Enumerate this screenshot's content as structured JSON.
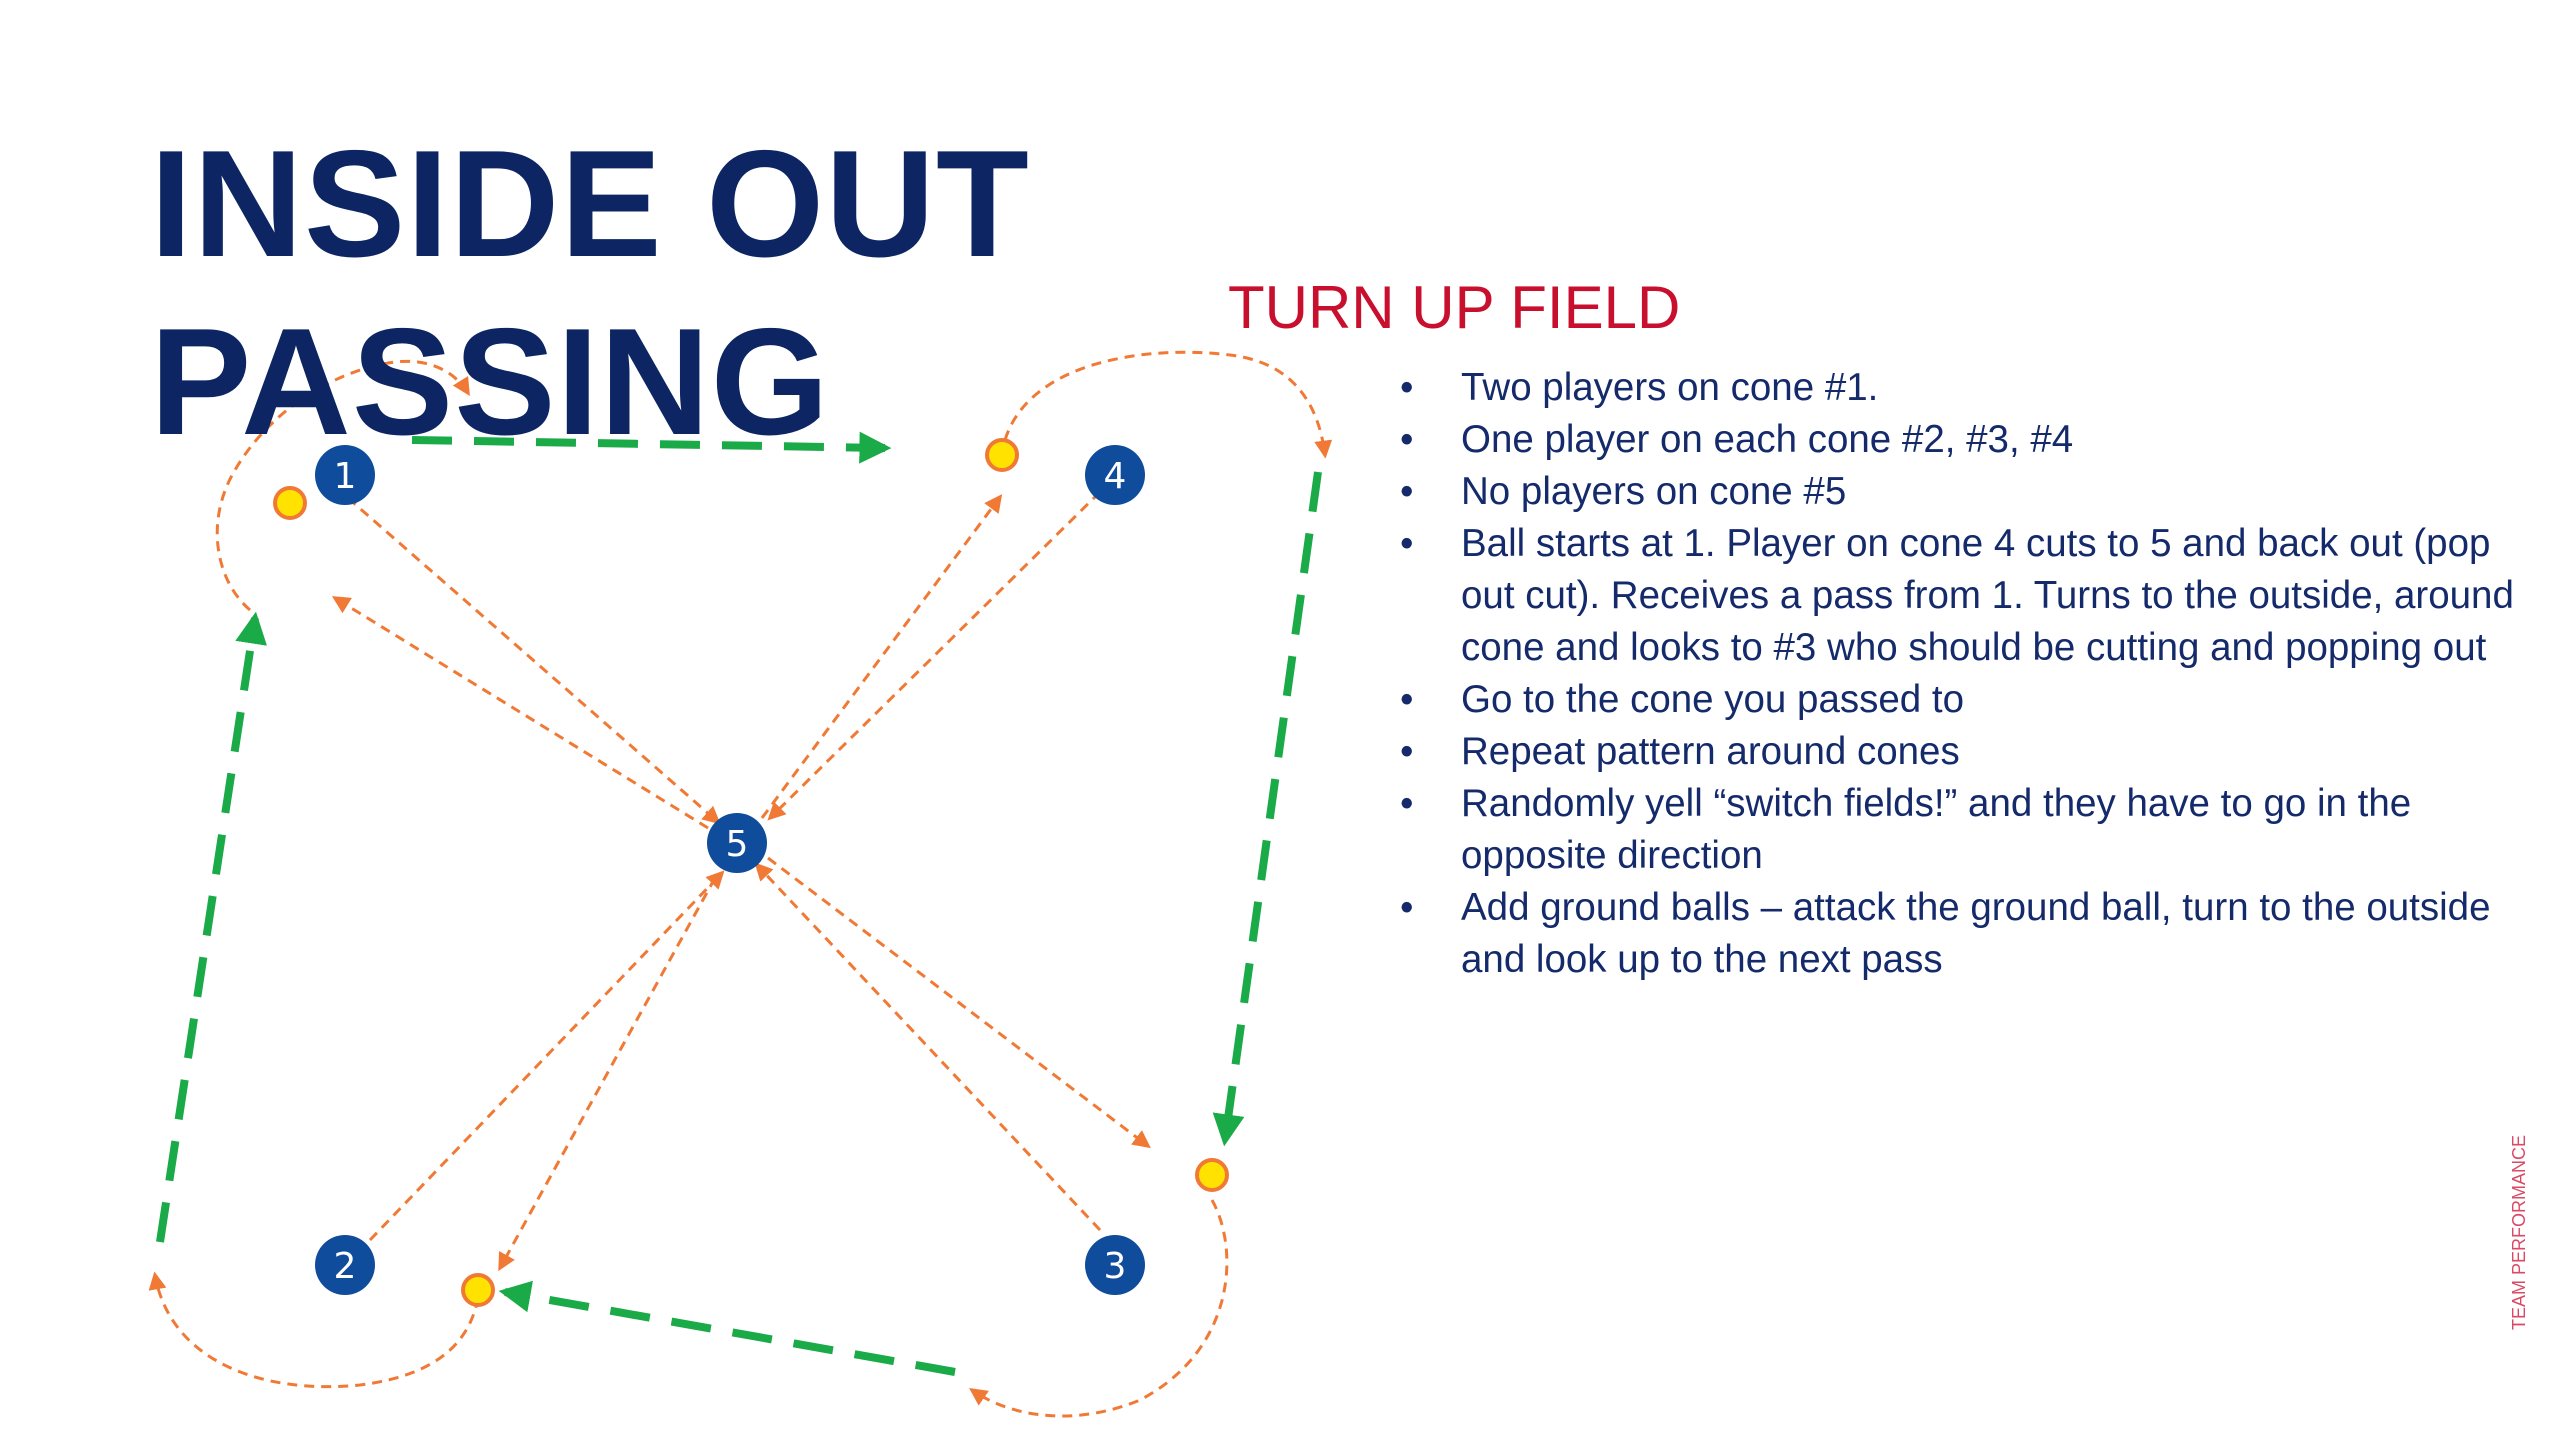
{
  "title": {
    "line1": "INSIDE OUT",
    "line2": "PASSING"
  },
  "subtitle": "TURN UP FIELD",
  "instructions": [
    "Two players on cone #1.",
    "One player on each cone #2, #3, #4",
    "No players on cone #5",
    "Ball starts at 1.  Player on cone 4 cuts to 5 and back out (pop out cut).  Receives a pass from 1.  Turns to the outside, around cone and looks to #3 who should be cutting and popping out",
    "Go to the cone you passed to",
    "Repeat pattern around cones",
    "Randomly yell “switch fields!” and they have to go in the opposite direction",
    "Add ground balls – attack the ground ball, turn to the outside and look up to the next pass"
  ],
  "cones": [
    {
      "id": "cone-1",
      "label": "1"
    },
    {
      "id": "cone-2",
      "label": "2"
    },
    {
      "id": "cone-3",
      "label": "3"
    },
    {
      "id": "cone-4",
      "label": "4"
    },
    {
      "id": "cone-5",
      "label": "5"
    }
  ],
  "brand": "TEAM PERFORMANCE",
  "colors": {
    "title": "#0d2663",
    "subtitle": "#c8102e",
    "text": "#142a6b",
    "cone_fill": "#0f4c9c",
    "pass_arrow": "#f07a35",
    "run_arrow": "#1aaa48",
    "marker_fill": "#ffe200",
    "marker_stroke": "#f07a35"
  }
}
